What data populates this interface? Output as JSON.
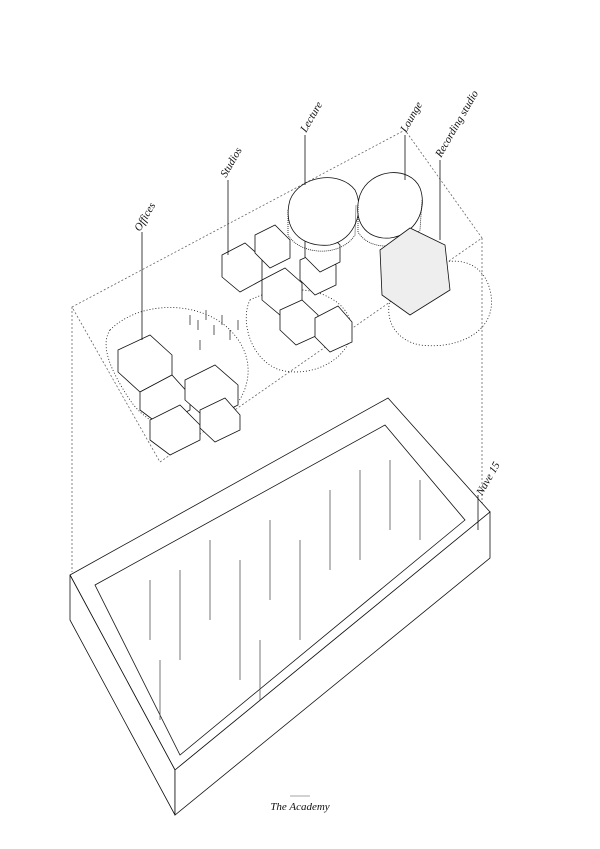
{
  "drawing": {
    "labels": {
      "offices": "Offices",
      "studios": "Studios",
      "lecture": "Lecture",
      "lounge": "Lounge",
      "recording": "Recording studio",
      "nave": "Nave 15"
    },
    "caption": "The Academy"
  },
  "colors": {
    "ink": "#111111",
    "paper": "#ffffff",
    "grey": "#888888"
  }
}
